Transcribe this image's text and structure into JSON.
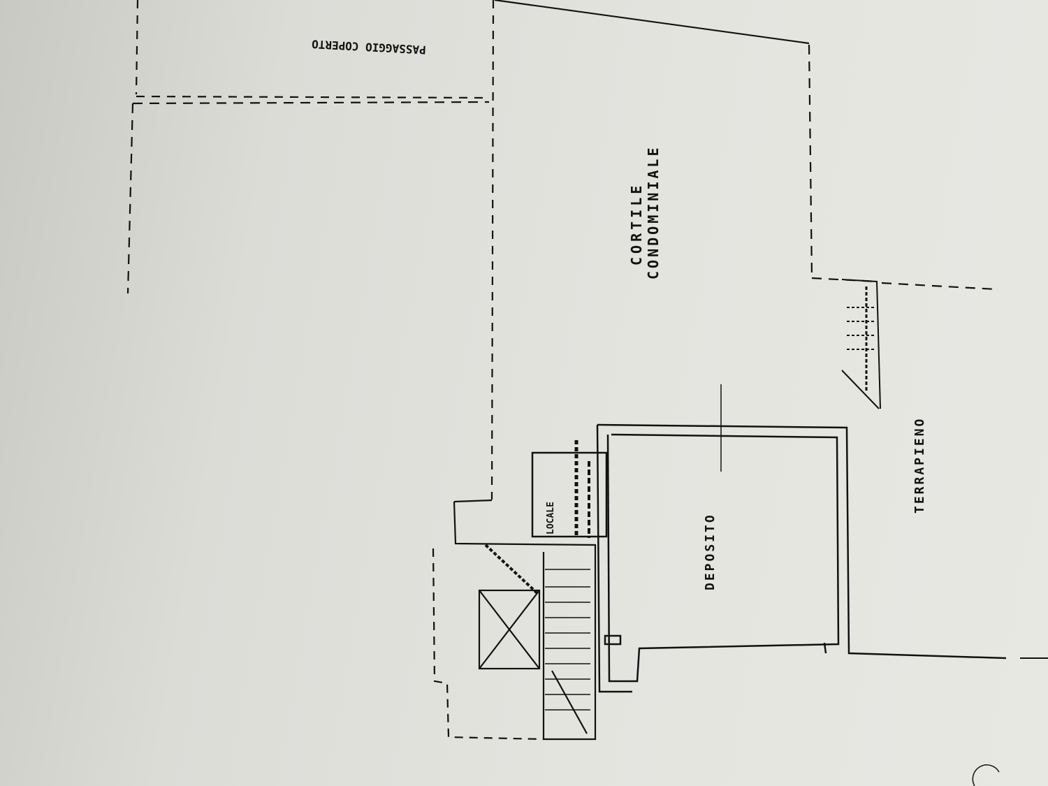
{
  "labels": {
    "passage": "PASSAGGIO COPERTO",
    "courtyard_line1": "CORTILE",
    "courtyard_line2": "CONDOMINIALE",
    "storage": "DEPOSITO",
    "room": "LOCALE",
    "embankment": "TERRAPIENO"
  },
  "colors": {
    "ink": "#111111",
    "paper": "#e4e4df"
  }
}
